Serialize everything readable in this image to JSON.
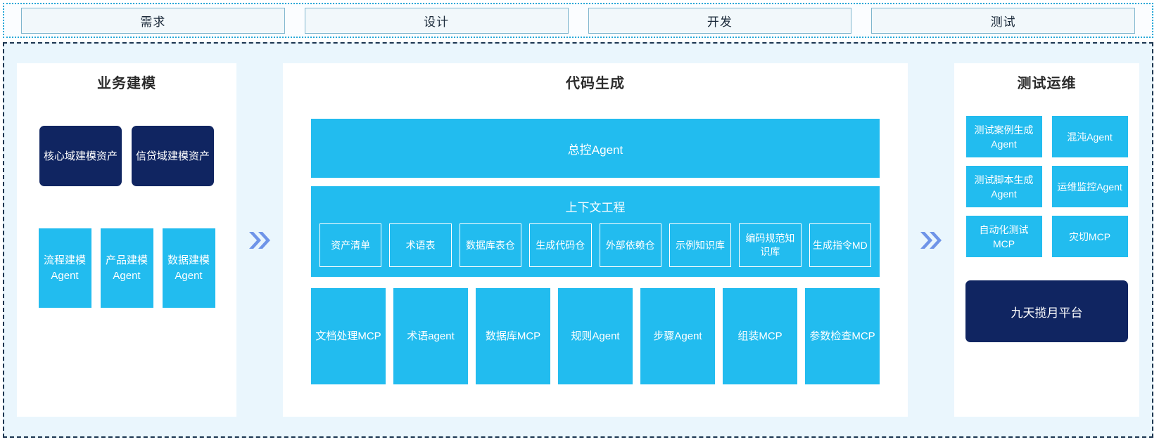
{
  "phases": {
    "items": [
      {
        "label": "需求"
      },
      {
        "label": "设计"
      },
      {
        "label": "开发"
      },
      {
        "label": "测试"
      }
    ]
  },
  "business_modeling": {
    "title": "业务建模",
    "assets": [
      {
        "label": "核心域建模资产"
      },
      {
        "label": "信贷域建模资产"
      }
    ],
    "agents": [
      {
        "label": "流程建模Agent"
      },
      {
        "label": "产品建模Agent"
      },
      {
        "label": "数据建模Agent"
      }
    ]
  },
  "code_generation": {
    "title": "代码生成",
    "master_agent": "总控Agent",
    "context_engineering": {
      "title": "上下文工程",
      "items": [
        {
          "label": "资产清单"
        },
        {
          "label": "术语表"
        },
        {
          "label": "数据库表仓"
        },
        {
          "label": "生成代码仓"
        },
        {
          "label": "外部依赖仓"
        },
        {
          "label": "示例知识库"
        },
        {
          "label": "编码规范知识库"
        },
        {
          "label": "生成指令MD"
        }
      ]
    },
    "tools": [
      {
        "label": "文档处理MCP"
      },
      {
        "label": "术语agent"
      },
      {
        "label": "数据库MCP"
      },
      {
        "label": "规则Agent"
      },
      {
        "label": "步骤Agent"
      },
      {
        "label": "组装MCP"
      },
      {
        "label": "参数检查MCP"
      }
    ]
  },
  "test_ops": {
    "title": "测试运维",
    "items": [
      {
        "label": "测试案例生成Agent"
      },
      {
        "label": "混沌Agent"
      },
      {
        "label": "测试脚本生成Agent"
      },
      {
        "label": "运维监控Agent"
      },
      {
        "label": "自动化测试MCP"
      },
      {
        "label": "灾切MCP"
      }
    ],
    "platform": "九天揽月平台"
  },
  "colors": {
    "cyan": "#22BCEF",
    "navy": "#102561",
    "arrow": "#6F94E8",
    "panel_bg": "#EAF6FD",
    "phase_box_bg": "#F2F8FB"
  }
}
